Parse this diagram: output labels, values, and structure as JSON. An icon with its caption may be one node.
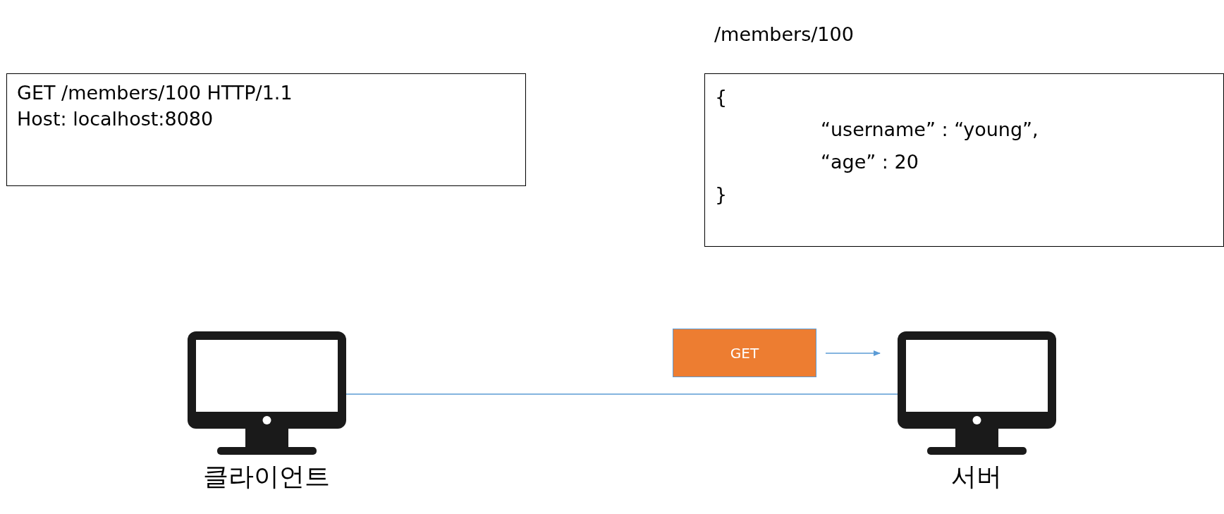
{
  "diagram": {
    "nodes": [
      {
        "text": [
          "GET /members/100 HTTP/1.1",
          "Host: localhost:8080"
        ]
      },
      {
        "text": [
          "/members/100",
          "{",
          "“username” : “young”,",
          "“age” : 20",
          "}"
        ]
      },
      {
        "text": [
          "클라이언트"
        ]
      },
      {
        "text": [
          "서버"
        ]
      },
      {
        "text": [
          "GET"
        ]
      }
    ],
    "edges": [
      {
        "from": 2,
        "to": 3,
        "arrow": "none"
      }
    ]
  }
}
